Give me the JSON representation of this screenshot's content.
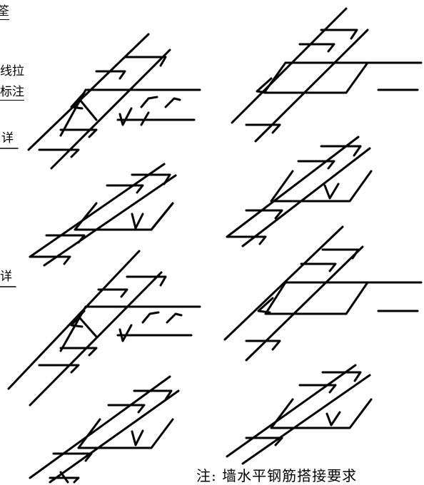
{
  "labels": {
    "l1": "筌",
    "l2": "线拉",
    "l3": "标注",
    "l4": "详",
    "l5": "详"
  },
  "note": "注:  墙水平钢筋搭接要求"
}
